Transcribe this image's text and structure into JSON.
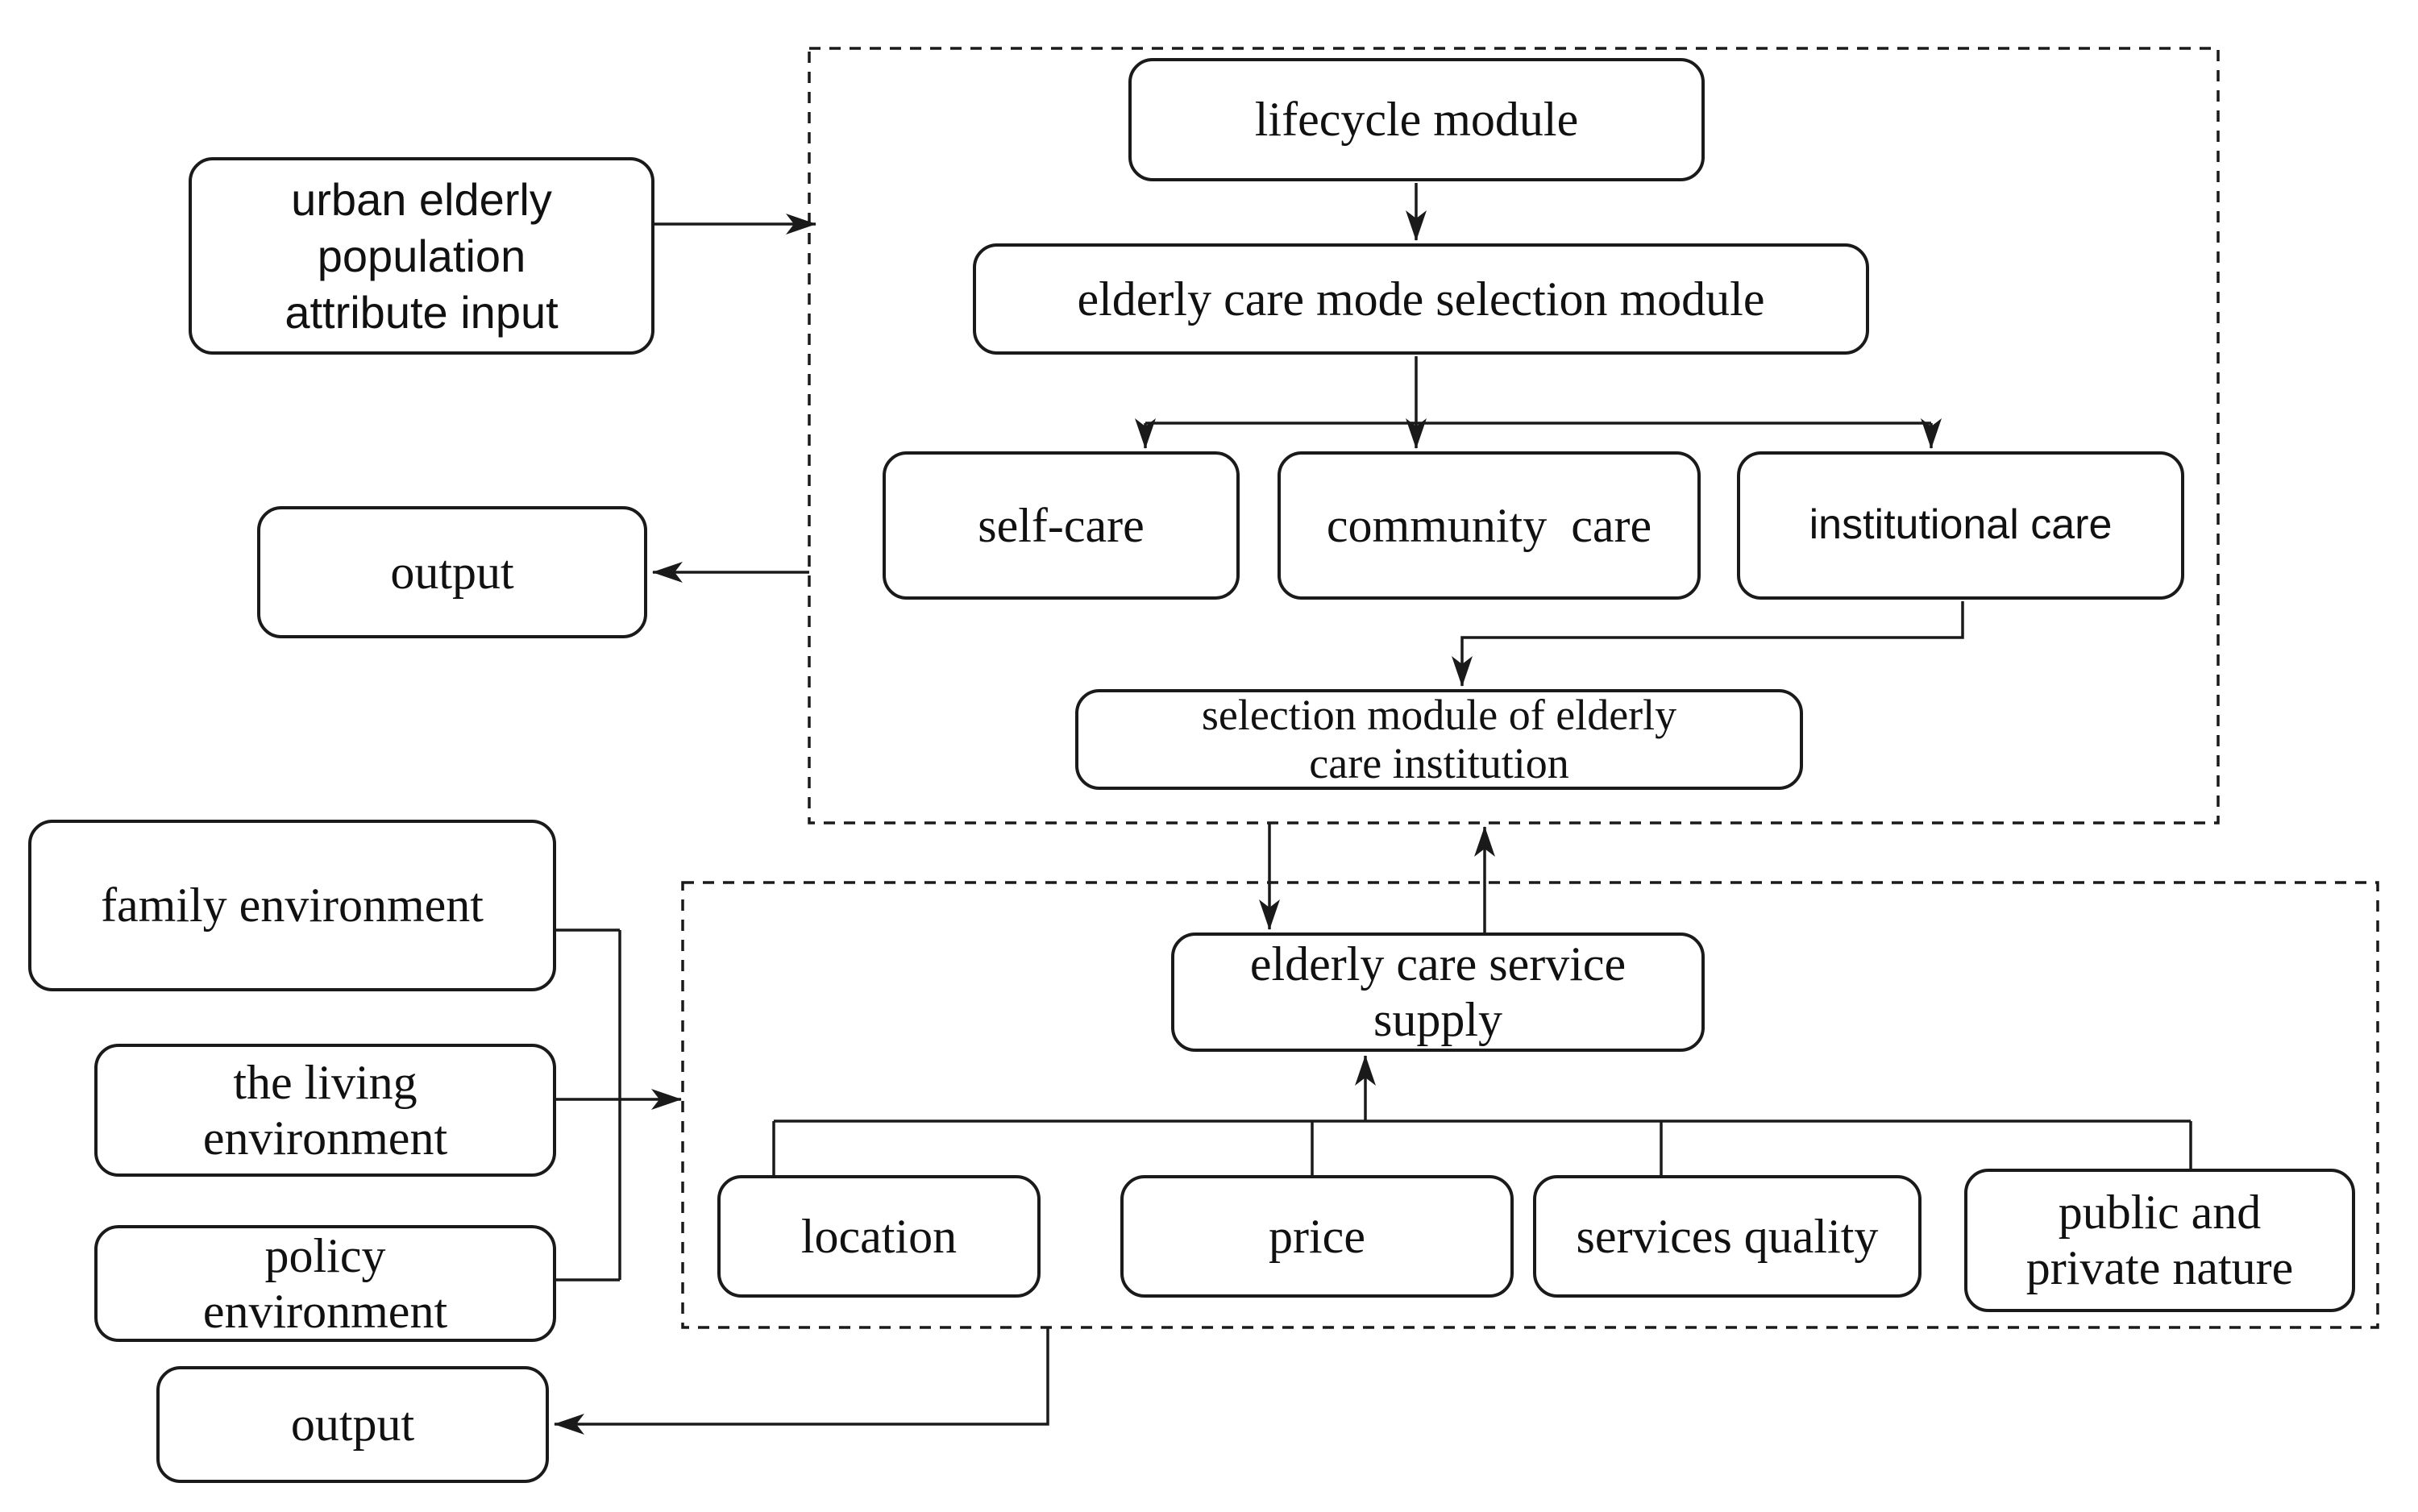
{
  "colors": {
    "line": "#1a1a1a",
    "box_border": "#1a1a1a",
    "box_fill": "#ffffff",
    "background": "#ffffff",
    "text": "#111111"
  },
  "boxes": {
    "urban_input": {
      "label": "urban elderly\npopulation\nattribute input"
    },
    "output_top": {
      "label": "output"
    },
    "lifecycle": {
      "label": "lifecycle module"
    },
    "mode_selection": {
      "label": "elderly care mode selection module"
    },
    "self_care": {
      "label": "self-care"
    },
    "community_care": {
      "label": "community  care"
    },
    "institutional_care": {
      "label": "institutional care"
    },
    "institution_selection": {
      "label": "selection module of elderly\ncare institution"
    },
    "service_supply": {
      "label": "elderly care service\nsupply"
    },
    "family_env": {
      "label": "family environment"
    },
    "living_env": {
      "label": "the living\nenvironment"
    },
    "policy_env": {
      "label": "policy\nenvironment"
    },
    "location": {
      "label": "location"
    },
    "price": {
      "label": "price"
    },
    "services_quality": {
      "label": "services quality"
    },
    "public_private": {
      "label": "public and\nprivate nature"
    },
    "output_bottom": {
      "label": "output"
    }
  },
  "edges": [
    {
      "from": "urban_input",
      "to": "module-container"
    },
    {
      "from": "module-container",
      "to": "output_top"
    },
    {
      "from": "lifecycle",
      "to": "mode_selection"
    },
    {
      "from": "mode_selection",
      "to": "self_care"
    },
    {
      "from": "mode_selection",
      "to": "community_care"
    },
    {
      "from": "mode_selection",
      "to": "institutional_care"
    },
    {
      "from": "institutional_care",
      "to": "institution_selection"
    },
    {
      "from": "institution_selection",
      "to": "service_supply"
    },
    {
      "from": "service_supply",
      "to": "institution_selection"
    },
    {
      "from": "family_env",
      "to": "supply-container"
    },
    {
      "from": "living_env",
      "to": "supply-container"
    },
    {
      "from": "policy_env",
      "to": "supply-container"
    },
    {
      "from": "location",
      "to": "service_supply"
    },
    {
      "from": "price",
      "to": "service_supply"
    },
    {
      "from": "services_quality",
      "to": "service_supply"
    },
    {
      "from": "public_private",
      "to": "service_supply"
    },
    {
      "from": "location",
      "to": "output_bottom"
    }
  ]
}
